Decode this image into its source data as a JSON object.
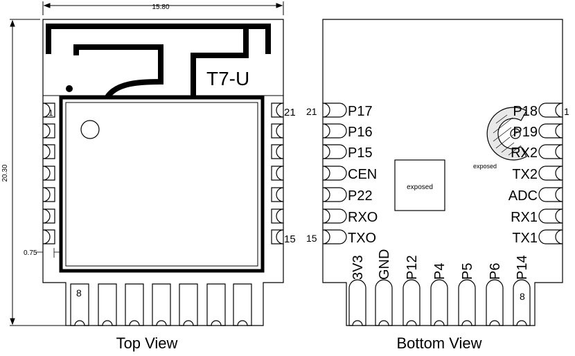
{
  "dimensions": {
    "width": "15.80",
    "height": "20.30",
    "pitch": "0.75"
  },
  "top_view": {
    "caption": "Top View",
    "module_label": "T7-U",
    "pin_numbers": {
      "first_left": "1",
      "first_right": "21",
      "last_right": "15",
      "bottom_first": "8"
    }
  },
  "bottom_view": {
    "caption": "Bottom View",
    "left_pins": [
      "P17",
      "P16",
      "P15",
      "CEN",
      "P22",
      "RXO",
      "TXO"
    ],
    "right_pins": [
      "P18",
      "P19",
      "RX2",
      "TX2",
      "ADC",
      "RX1",
      "TX1"
    ],
    "bottom_pins": [
      "3V3",
      "GND",
      "P12",
      "P4",
      "P5",
      "P6",
      "P14"
    ],
    "pad_numbers": {
      "top_left": "21",
      "bottom_left": "15",
      "top_right": "1",
      "bottom_bottom": "8"
    },
    "exposed_label": "exposed",
    "antenna_exposed_label": "exposed"
  }
}
